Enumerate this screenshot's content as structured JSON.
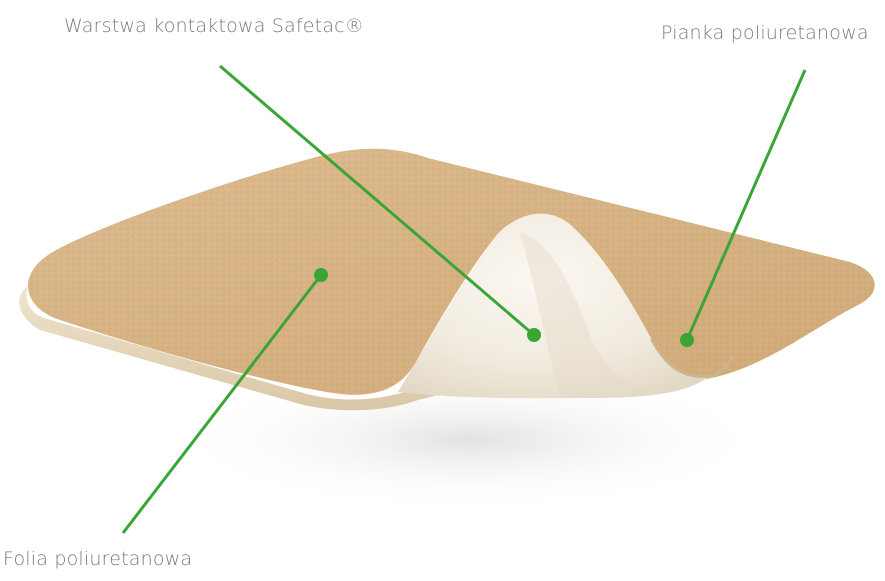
{
  "labels": {
    "contact_layer": "Warstwa kontaktowa Safetac®",
    "foam": "Pianka poliuretanowa",
    "film": "Folia poliuretanowa"
  },
  "colors": {
    "leader_line": "#3aa535",
    "label_text": "#7a7a7a",
    "dressing_tan": "#d8b486",
    "dressing_underside": "#f3efe6"
  }
}
